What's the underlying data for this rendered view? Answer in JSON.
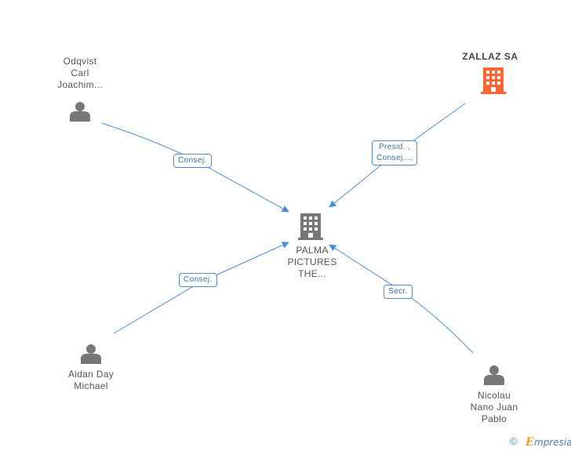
{
  "nodes": {
    "odqvist": {
      "label": "Odqvist\nCarl\nJoachim..."
    },
    "zallaz": {
      "label": "ZALLAZ SA",
      "color": "#ff6633"
    },
    "palma": {
      "label": "PALMA\nPICTURES\nTHE..."
    },
    "aidan": {
      "label": "Aidan Day\nMichael"
    },
    "nicolau": {
      "label": "Nicolau\nNano Juan\nPablo"
    }
  },
  "edges": {
    "odqvist_palma": "Consej.",
    "zallaz_palma": "Presid. ,\nConsej....",
    "aidan_palma": "Consej.",
    "nicolau_palma": "Secr."
  },
  "colors": {
    "edge": "#4a90d9",
    "person_icon": "#777777",
    "building_icon": "#777777"
  },
  "footer": {
    "copyright_symbol": "©",
    "brand_initial": "E",
    "brand_rest": "mpresia"
  }
}
